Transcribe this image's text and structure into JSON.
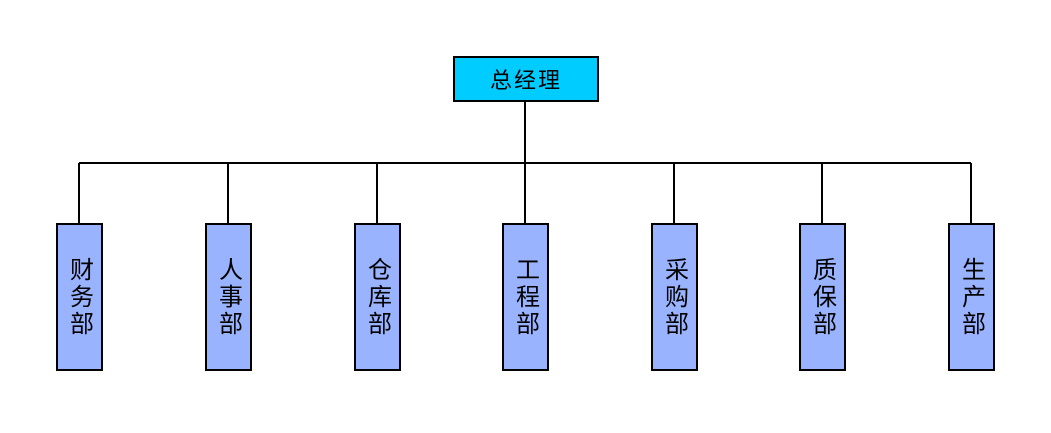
{
  "org_chart": {
    "root": {
      "label": "总经理",
      "fill_color": "#00ccff"
    },
    "departments": [
      {
        "label": "财务部"
      },
      {
        "label": "人事部"
      },
      {
        "label": "仓库部"
      },
      {
        "label": "工程部"
      },
      {
        "label": "采购部"
      },
      {
        "label": "质保部"
      },
      {
        "label": "生产部"
      }
    ],
    "department_fill_color": "#99b3ff",
    "line_color": "#000000"
  }
}
